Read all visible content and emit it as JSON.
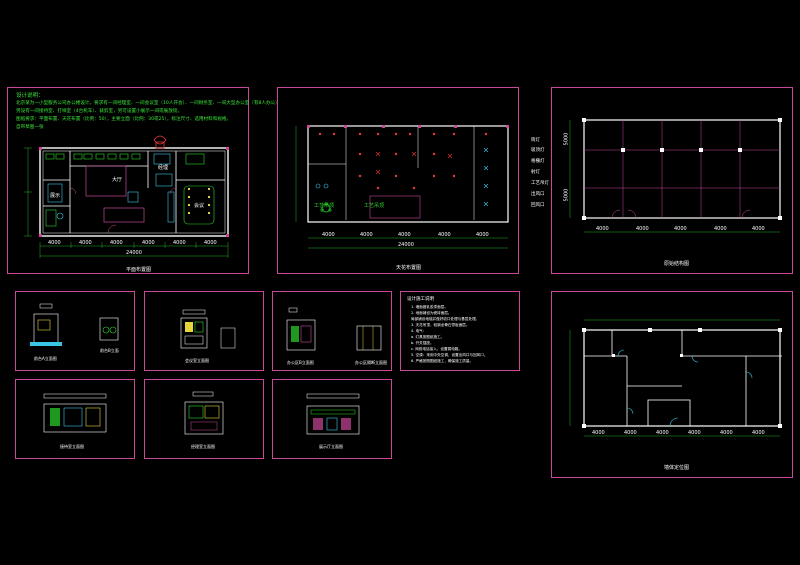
{
  "sheets": {
    "floor_plan": {
      "notes_title": "设计说明：",
      "notes_lines": [
        "北京某为一小型服务公司办公楼设计。要求有一间经理室、一间会议室（10人开会）、一间财务室、一间大型办公室（有8人办公）",
        "另设有一间接待室、打样室（4台机车）、裁剪室，另可设置小展示一间或展放街。",
        "图纸要求：平面布置、天花布置（比例：50），主要立面（比例：30或25），标注尺寸、选用材料和规格。",
        "自带草图一张"
      ],
      "title": "平面布置图",
      "dims": [
        "4000",
        "4000",
        "4000",
        "4000",
        "4000",
        "4000"
      ],
      "total_dim": "24000",
      "room_labels": [
        "大厅",
        "会议",
        "经理",
        "展示"
      ]
    },
    "ceiling_plan": {
      "title": "天花布置图",
      "dims": [
        "4000",
        "4000",
        "4000",
        "4000",
        "4000"
      ],
      "total_dim": "24000",
      "legend": [
        "筒灯",
        "吸顶灯",
        "格栅灯",
        "射灯",
        "工艺吊灯",
        "出风口",
        "回风口"
      ],
      "labels": [
        "工艺吊顶",
        "工艺吊顶"
      ]
    },
    "structure_plan": {
      "title": "原始结构图",
      "dims": [
        "4000",
        "4000",
        "4000",
        "4000",
        "4000"
      ],
      "side_dims": [
        "5000",
        "5000"
      ]
    },
    "elevation_1": {
      "title": "前台A立面图",
      "subtitle": "前台B立面"
    },
    "elevation_2": {
      "title": "会议室立面图"
    },
    "elevation_3": {
      "title": "办公区B立面图",
      "subtitle": "办公区隔断立面图"
    },
    "elevation_4": {
      "title": "接待室立面图"
    },
    "elevation_5": {
      "title": "经理室立面图"
    },
    "elevation_6": {
      "title": "展示厅立面图"
    },
    "construction_notes": {
      "title": "设计施工说明",
      "lines": [
        "1. 墙面做乳胶漆面层。",
        "2. 地面铺设为瓷砖面层。",
        "   局部铺设地毯并做好收口处理与基层处理。",
        "3. 天花吊顶，轻钢龙骨石膏板面层。",
        "4. 电气：",
        "   a. 灯具按图纸施工。",
        "   b. 开关插座。",
        "   c. 网络电话接入，设置弱电箱。",
        "5. 空调：采用中央空调，设置出风口与回风口。",
        "6. 严格按照图纸施工，确保施工质量。"
      ]
    },
    "wall_plan": {
      "title": "墙体定位图",
      "dims": [
        "4000",
        "4000",
        "4000",
        "4000",
        "4000",
        "4000"
      ]
    }
  },
  "colors": {
    "frame": "#c8489a",
    "wall": "#ffffff",
    "accent_green": "#2bd82b",
    "accent_cyan": "#39c6e6",
    "accent_red": "#e43a3a",
    "accent_yellow": "#e6d43a"
  }
}
